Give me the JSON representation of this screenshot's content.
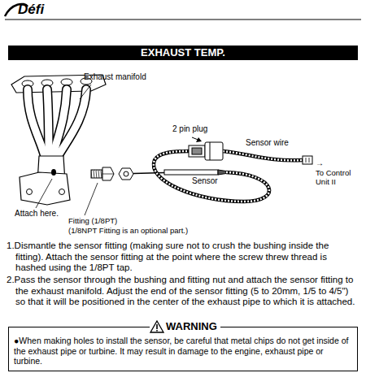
{
  "diagram": {
    "title": "EXHAUST TEMP.",
    "nodes": [
      {
        "text": [
          "WARNING",
          "●When making holes to install the sensor, be careful that metal chips do not get inside of the exhaust pipe or turbine. It may result in damage to the engine, exhaust pipe or turbine."
        ]
      }
    ],
    "labels": [
      "Défi",
      "Exhaust manifold",
      "2 pin plug",
      "Sensor wire",
      "→",
      "To Control Unit II",
      "Sensor",
      "Attach here.",
      "Fitting (1/8PT)",
      "(1/8NPT Fitting is an optional part.)",
      "1.Dismantle the sensor fitting (making sure not to crush the bushing inside the fitting). Attach the sensor fitting at the point where the screw threw thread is hashed using the 1/8PT tap.",
      "2.Pass the sensor through the bushing and fitting nut and attach the sensor fitting to the exhaust manifold. Adjust the end of the sensor fitting (5 to 20mm, 1/5 to 4/5\") so that it will be positioned in the center of the exhaust pipe to which it is attached."
    ]
  }
}
